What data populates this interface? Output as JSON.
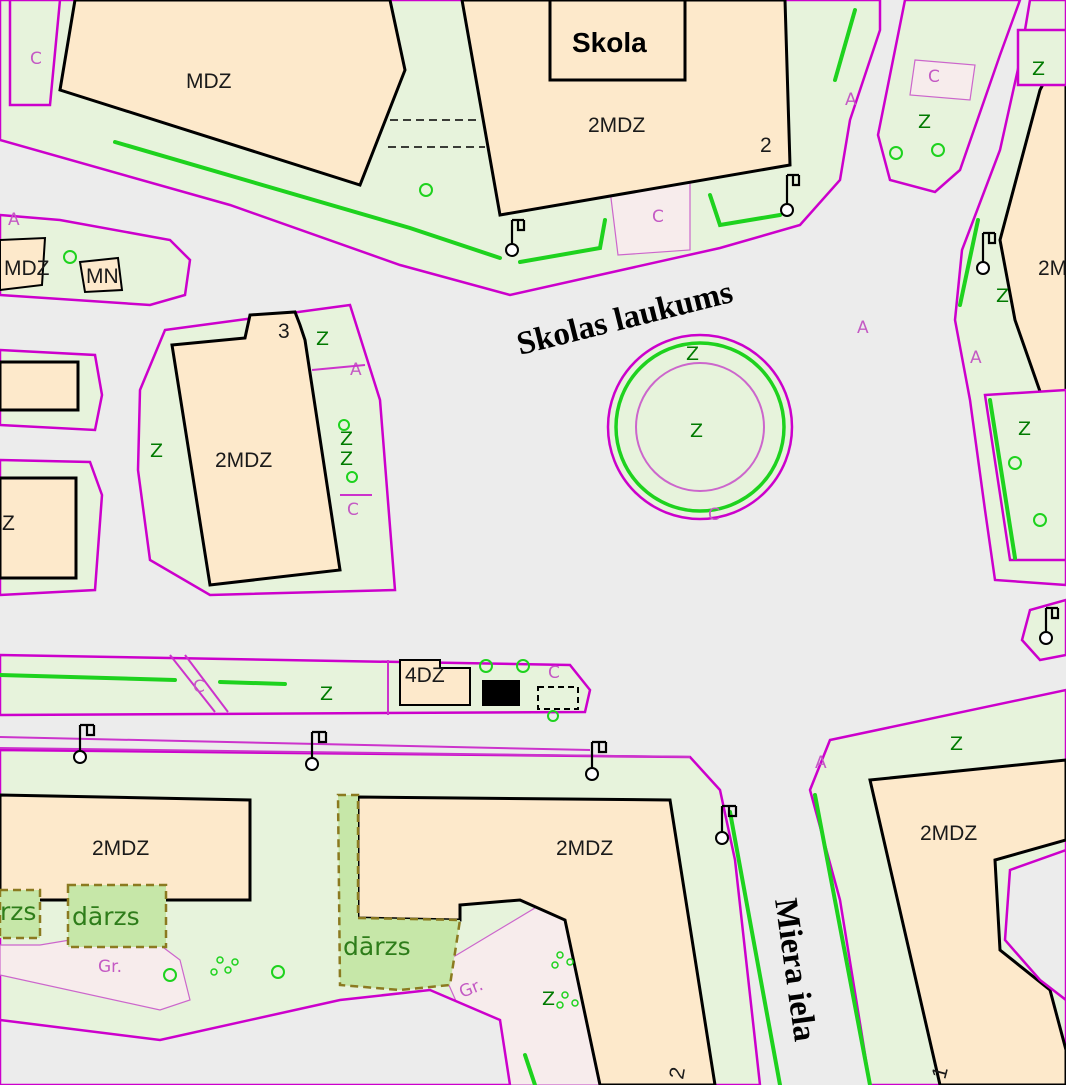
{
  "labels": {
    "skola": "Skola",
    "street_square": "Skolas laukums",
    "street_miera": "Miera iela",
    "mdz": "MDZ",
    "two_mdz": "2MDZ",
    "mn": "MN",
    "four_dz": "4DZ",
    "garden": "dārzs",
    "garden_cut": "rzs",
    "z": "Z",
    "a": "A",
    "c": "C",
    "gr": "Gr.",
    "num_2": "2",
    "num_3": "3",
    "num_1": "1",
    "cut_2m": "2M",
    "cut_z": "Z",
    "cut_mdz": "MDZ"
  },
  "colors": {
    "road": "#ececec",
    "greenery": "#e7f3dc",
    "building": "#fde9cb",
    "boundary": "#cc00cc",
    "hedge": "#1ed21e",
    "garden": "#c6e7a8"
  }
}
